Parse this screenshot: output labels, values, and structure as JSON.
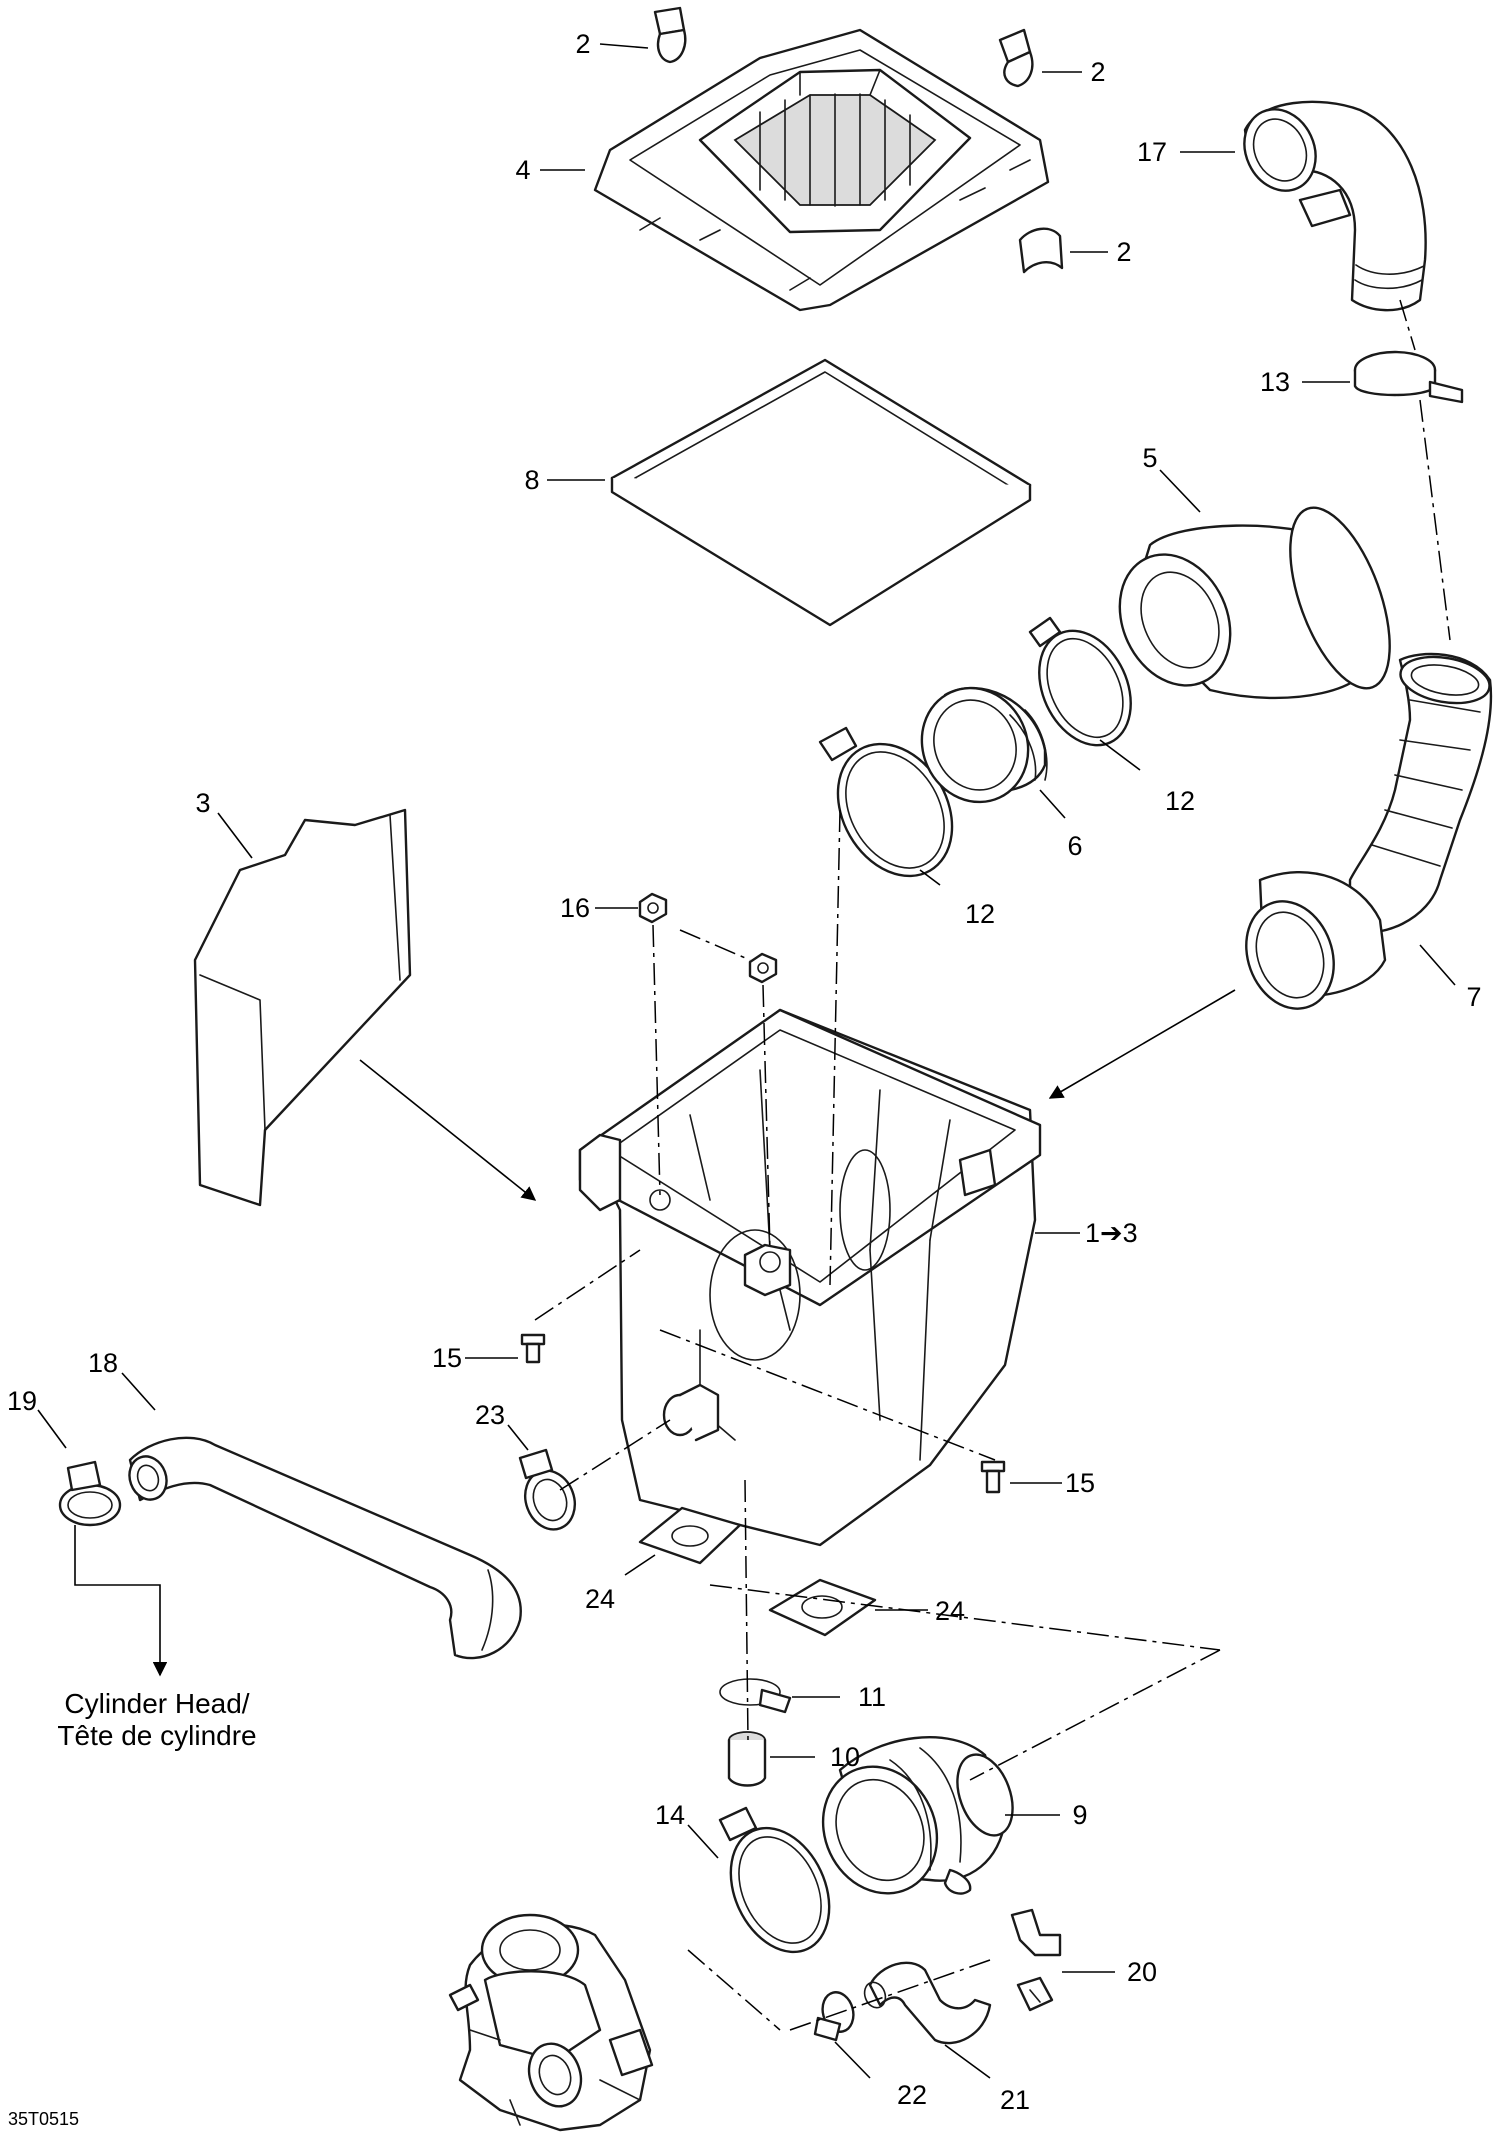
{
  "labels": {
    "l2a": "2",
    "l2b": "2",
    "l2c": "2",
    "l4": "4",
    "l17": "17",
    "l13": "13",
    "l8": "8",
    "l5": "5",
    "l12a": "12",
    "l12b": "12",
    "l6": "6",
    "l3": "3",
    "l16": "16",
    "l7": "7",
    "l1": "1➔3",
    "l15a": "15",
    "l15b": "15",
    "l18": "18",
    "l19": "19",
    "l23": "23",
    "l24a": "24",
    "l24b": "24",
    "l11": "11",
    "l10": "10",
    "l9": "9",
    "l14": "14",
    "l20": "20",
    "l22": "22",
    "l21": "21"
  },
  "note": {
    "line1": "Cylinder Head/",
    "line2": "Tête de cylindre"
  },
  "diagram_code": "35T0515"
}
